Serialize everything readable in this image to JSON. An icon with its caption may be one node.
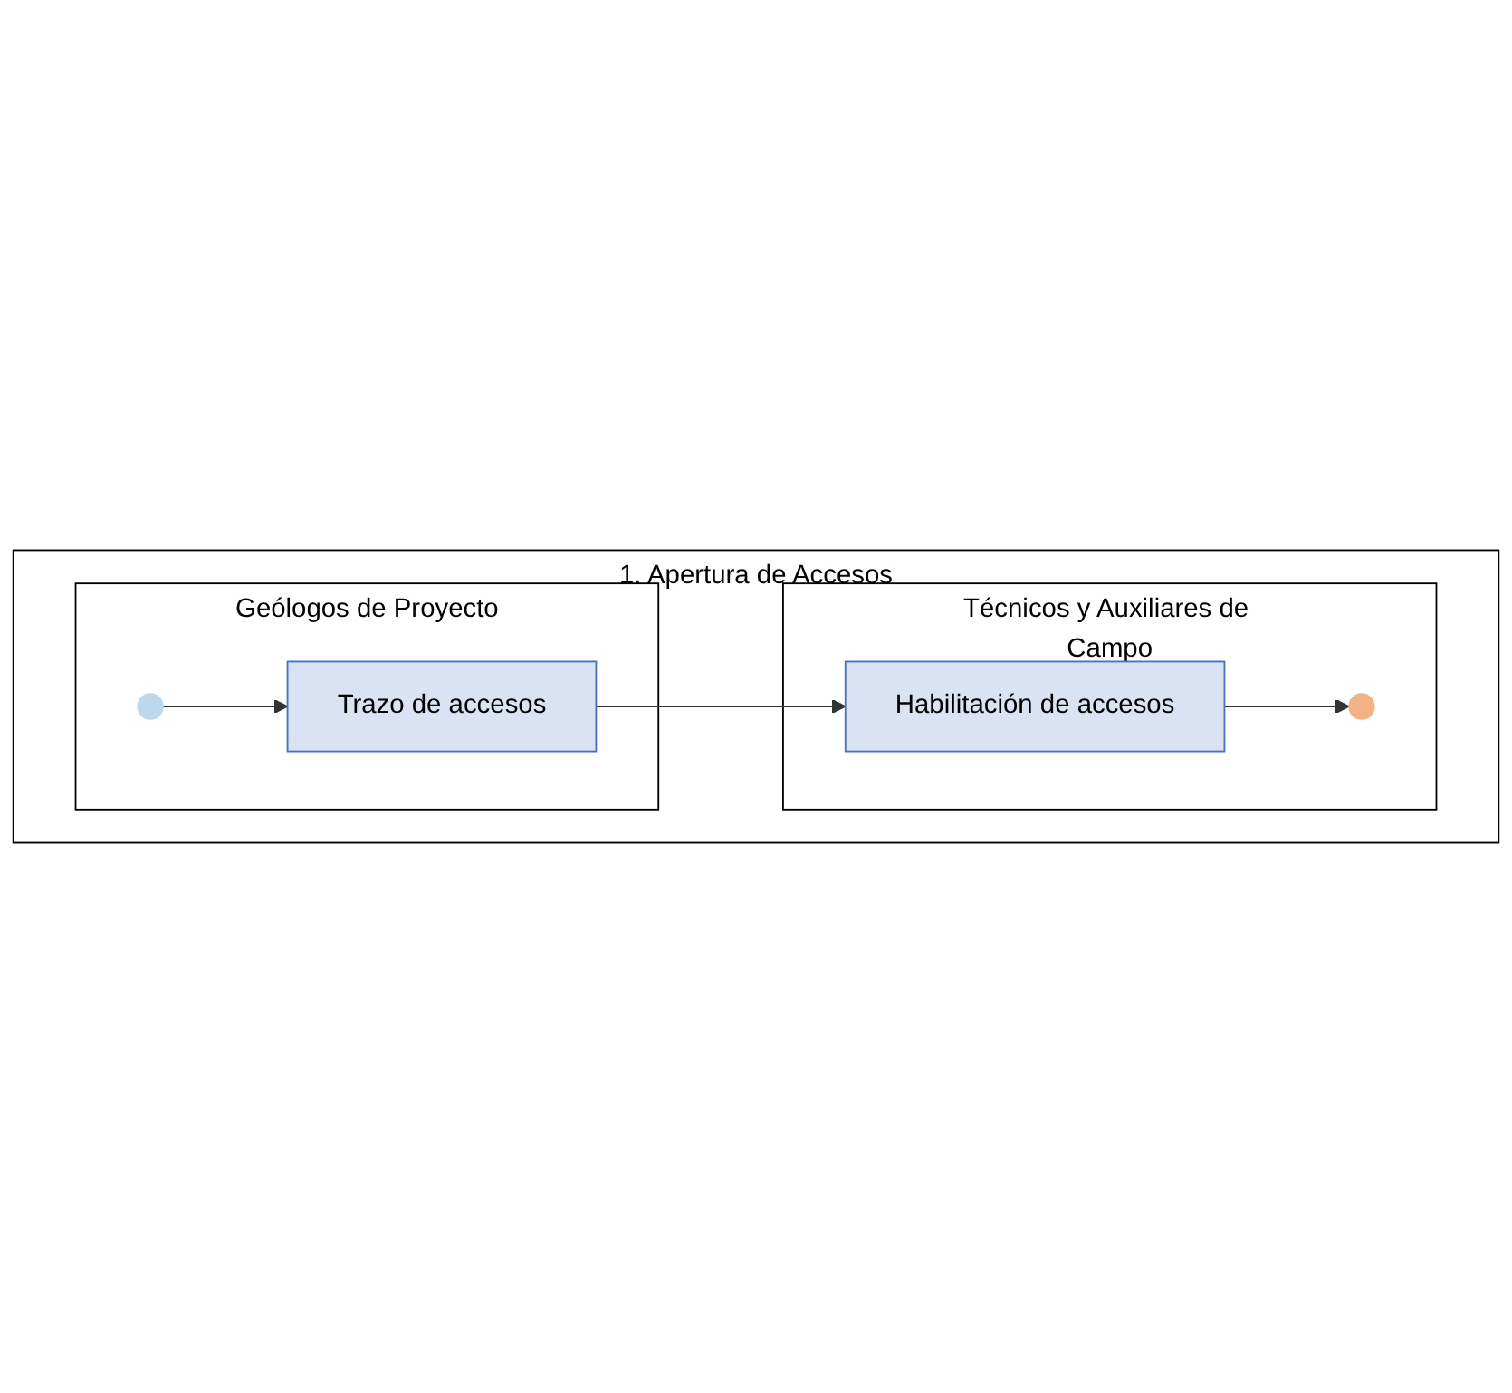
{
  "diagram": {
    "nodes": [
      {
        "text": [
          "1. Apertura de Accesos"
        ]
      },
      {
        "text": [
          "Geólogos de Proyecto"
        ],
        "in": 0
      },
      {
        "text": [
          "Técnicos y Auxiliares de Campo"
        ],
        "in": 0
      },
      {
        "text": [],
        "shape": "circle",
        "in": 1
      },
      {
        "text": [
          "Trazo de accesos"
        ],
        "in": 1
      },
      {
        "text": [
          "Habilitación de accesos"
        ],
        "in": 2
      },
      {
        "text": [],
        "shape": "circle",
        "in": 2
      }
    ],
    "edges": [
      {
        "from": 3,
        "to": 4,
        "arrow": "to"
      },
      {
        "from": 4,
        "to": 5,
        "arrow": "to"
      },
      {
        "from": 5,
        "to": 6,
        "arrow": "to"
      }
    ]
  }
}
